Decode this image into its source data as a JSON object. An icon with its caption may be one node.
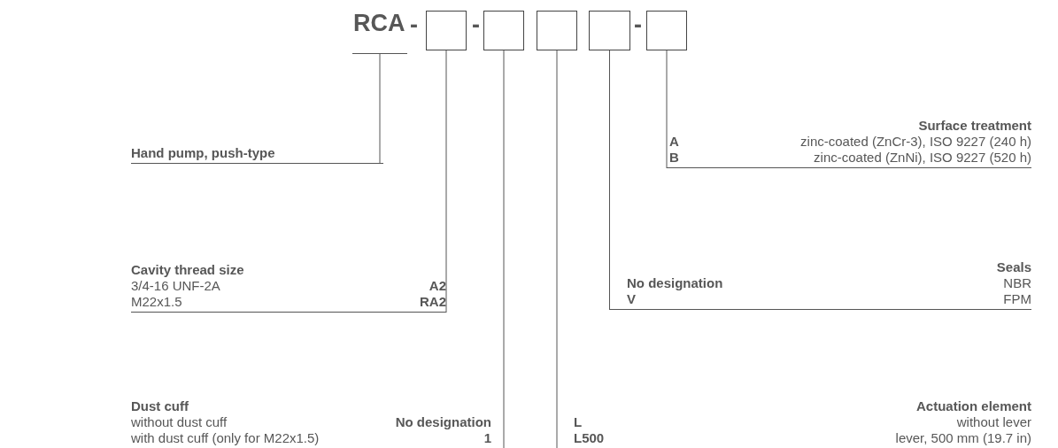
{
  "diagram": {
    "nodes": [
      {
        "text": [
          "RCA"
        ]
      },
      {
        "text": [],
        "shape": "box"
      },
      {
        "text": [],
        "shape": "box"
      },
      {
        "text": [],
        "shape": "box"
      },
      {
        "text": [],
        "shape": "box"
      },
      {
        "text": [],
        "shape": "box"
      },
      {
        "text": [
          "Surface treatment",
          "A",
          "zinc-coated (ZnCr-3), ISO 9227 (240 h)",
          "B",
          "zinc-coated (ZnNi), ISO 9227 (520 h)"
        ]
      },
      {
        "text": [
          "Hand pump, push-type"
        ]
      },
      {
        "text": [
          "Cavity thread size",
          "3/4-16 UNF-2A",
          "A2",
          "M22x1.5",
          "RA2"
        ]
      },
      {
        "text": [
          "Seals",
          "No designation",
          "NBR",
          "V",
          "FPM"
        ]
      },
      {
        "text": [
          "Dust cuff",
          "without dust cuff",
          "No designation",
          "with dust cuff (only for M22x1.5)",
          "1"
        ]
      },
      {
        "text": [
          "Actuation element",
          "L",
          "without lever",
          "L500",
          "lever, 500 mm (19.7 in)"
        ]
      }
    ],
    "edges": [
      {
        "from": 0,
        "to": 7,
        "arrow": "none"
      },
      {
        "from": 1,
        "to": 8,
        "arrow": "none"
      },
      {
        "from": 2,
        "to": 10,
        "arrow": "none"
      },
      {
        "from": 3,
        "to": 11,
        "arrow": "none"
      },
      {
        "from": 4,
        "to": 9,
        "arrow": "none"
      },
      {
        "from": 5,
        "to": 6,
        "arrow": "none"
      }
    ],
    "labels": [
      "-",
      "-",
      "-"
    ]
  }
}
